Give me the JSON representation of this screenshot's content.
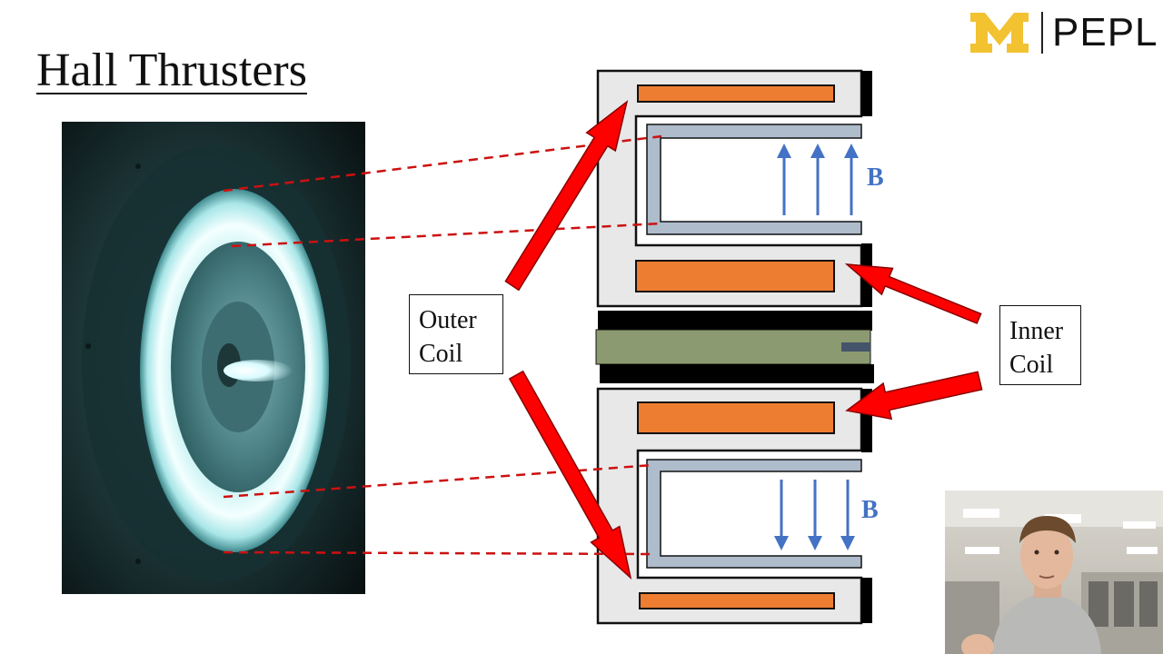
{
  "slide": {
    "title": "Hall Thrusters",
    "logo": {
      "text": "PEPL",
      "mark_color": "#f2c230"
    },
    "labels": {
      "outer_coil_line1": "Outer",
      "outer_coil_line2": "Coil",
      "inner_coil_line1": "Inner",
      "inner_coil_line2": "Coil",
      "field_top": "B",
      "field_bottom": "B"
    },
    "colors": {
      "arrow_red": "#ff0000",
      "coil_orange": "#ed7d31",
      "field_blue": "#4472c4",
      "body_grey": "#e8e8e8",
      "channel_grey": "#aebccc",
      "anode_green": "#8b9a70"
    }
  }
}
